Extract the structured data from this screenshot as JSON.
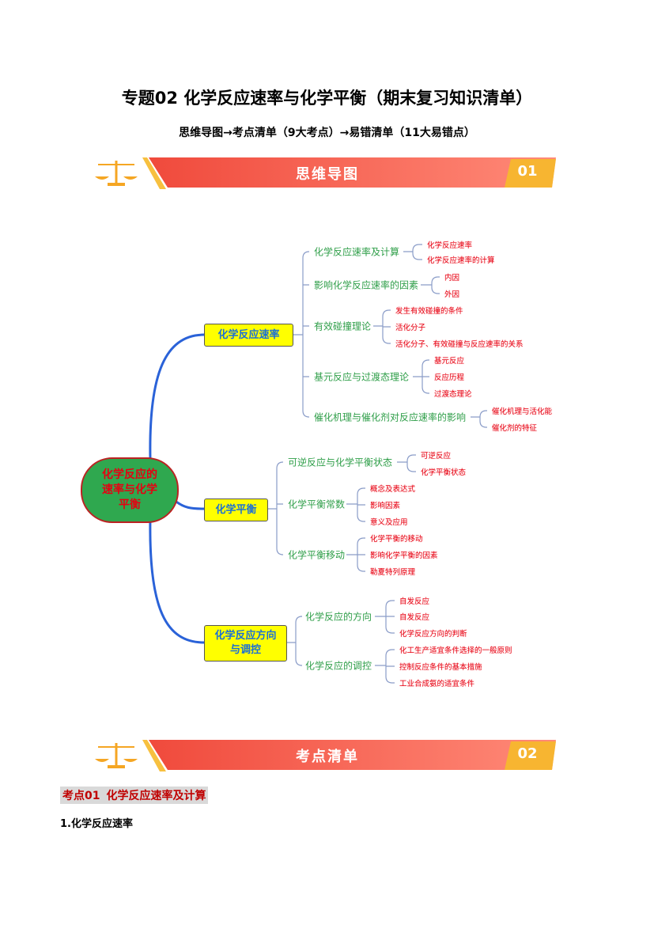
{
  "title": "专题02 化学反应速率与化学平衡（期末复习知识清单）",
  "subtitle": "思维导图→考点清单（9大考点）→易错清单（11大易错点）",
  "banners": [
    {
      "label": "思维导图",
      "number": "01"
    },
    {
      "label": "考点清单",
      "number": "02"
    }
  ],
  "colors": {
    "banner": "#f25b4b",
    "tab": "#f7b531",
    "node": "#ffff00",
    "root": "#2fa84f",
    "level2": "#2e9e48",
    "level3": "#e60012",
    "connector": "#2a62d8"
  },
  "mindmap": {
    "root": "化学反应的速率与化学平衡",
    "branches": [
      {
        "label": "化学反应速率",
        "children": [
          {
            "label": "化学反应速率及计算",
            "items": [
              "化学反应速率",
              "化学反应速率的计算"
            ]
          },
          {
            "label": "影响化学反应速率的因素",
            "items": [
              "内因",
              "外因"
            ]
          },
          {
            "label": "有效碰撞理论",
            "items": [
              "发生有效碰撞的条件",
              "活化分子",
              "活化分子、有效碰撞与反应速率的关系"
            ]
          },
          {
            "label": "基元反应与过渡态理论",
            "items": [
              "基元反应",
              "反应历程",
              "过渡态理论"
            ]
          },
          {
            "label": "催化机理与催化剂对反应速率的影响",
            "items": [
              "催化机理与活化能",
              "催化剂的特征"
            ]
          }
        ]
      },
      {
        "label": "化学平衡",
        "children": [
          {
            "label": "可逆反应与化学平衡状态",
            "items": [
              "可逆反应",
              "化学平衡状态"
            ]
          },
          {
            "label": "化学平衡常数",
            "items": [
              "概念及表达式",
              "影响因素",
              "意义及应用"
            ]
          },
          {
            "label": "化学平衡移动",
            "items": [
              "化学平衡的移动",
              "影响化学平衡的因素",
              "勒夏特列原理"
            ]
          }
        ]
      },
      {
        "label": "化学反应方向与调控",
        "children": [
          {
            "label": "化学反应的方向",
            "items": [
              "自发反应",
              "自发反应",
              "化学反应方向的判断"
            ]
          },
          {
            "label": "化学反应的调控",
            "items": [
              "化工生产适宜条件选择的一般原则",
              "控制反应条件的基本措施",
              "工业合成氨的适宜条件"
            ]
          }
        ]
      }
    ]
  },
  "section": {
    "tag": "考点01",
    "title": "化学反应速率及计算",
    "item": "1.化学反应速率"
  }
}
